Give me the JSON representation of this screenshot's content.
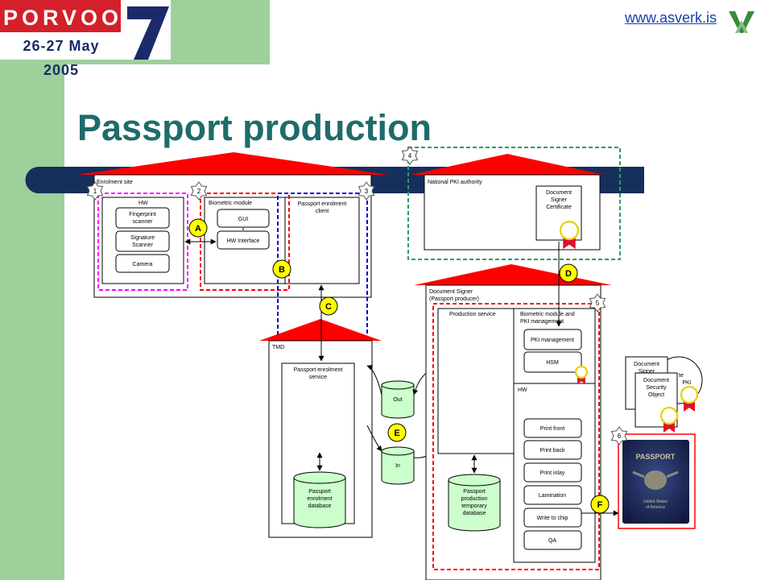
{
  "header": {
    "event": "PORVOO",
    "dates": "26-27 May 2005",
    "edition": "7",
    "url": "www.asverk.is",
    "title": "Passport production"
  },
  "colors": {
    "sidebar_green": "#9ed09c",
    "navy": "#1b2a6b",
    "banner_red": "#d4202a",
    "title_teal": "#1f6b6b",
    "roof_red": "#ff0000",
    "bar_navy": "#15305c",
    "callout_yellow": "#ffff00",
    "storage_green": "#ccffcc",
    "scope_magenta": "#ff00ff",
    "scope_red": "#ff0000",
    "scope_blue": "#0000cc",
    "scope_green": "#339966"
  },
  "icons": {
    "logo": "asverk-logo-icon",
    "certificate_seal": "certificate-seal-icon",
    "passport": "passport-image"
  },
  "diagram": {
    "enrolment_site": {
      "label": "Enrolment site",
      "hw": {
        "label": "HW",
        "items": [
          "Fingerprint scanner",
          "Signature Scanner",
          "Camera"
        ]
      },
      "biometric": {
        "label": "Biometric module",
        "items": [
          "GUI",
          "HW Interface"
        ]
      },
      "client": {
        "label": "Passport enrolment client"
      }
    },
    "national_pki": {
      "label": "National PKI authority",
      "cert": "Document Signer Certificate"
    },
    "tmd": {
      "label": "TMD",
      "service": "Passport enrolment service",
      "db": "Passport enrolment database"
    },
    "queues": {
      "out": "Out",
      "in": "In"
    },
    "doc_signer": {
      "label": "Document Signer (Passport producer)",
      "production_service": "Production service",
      "bio_pki": "Biometric module and PKI management",
      "pki_mgmt": "PKI management",
      "hsm": "HSM",
      "hw": "HW",
      "steps": [
        "Print front",
        "Print back",
        "Print inlay",
        "Lamination",
        "Write to chip",
        "QA"
      ],
      "db": "Passport production temporary database"
    },
    "documents": {
      "back_doc": "Document Signer",
      "back_suffix": "te",
      "circle_text": "PKI",
      "front_doc": "Document Security Object"
    },
    "passport_image": {
      "title": "PASSPORT",
      "caption": "United States of America"
    },
    "markers": [
      "1",
      "2",
      "3",
      "4",
      "5",
      "6"
    ],
    "callouts": [
      "A",
      "B",
      "C",
      "D",
      "E",
      "F"
    ]
  }
}
